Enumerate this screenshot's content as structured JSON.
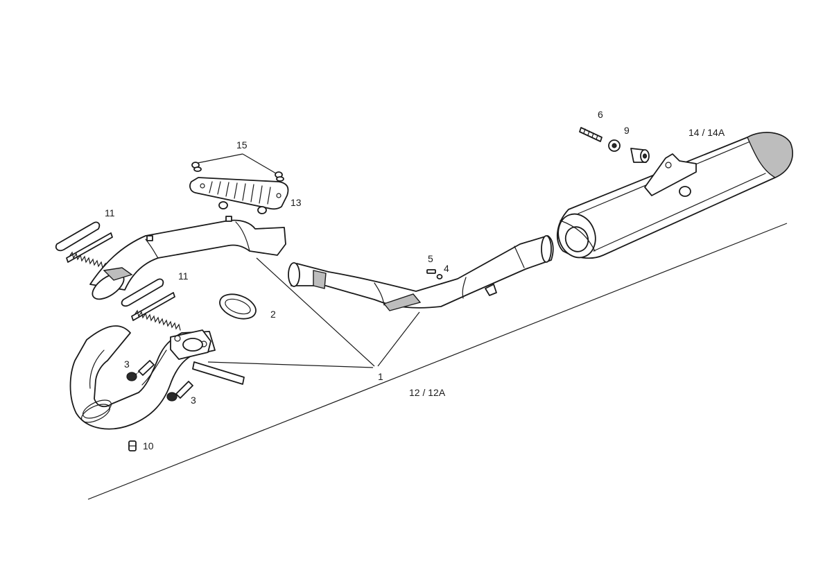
{
  "callouts": {
    "c1": "1",
    "c2": "2",
    "c3a": "3",
    "c3b": "3",
    "c4": "4",
    "c5": "5",
    "c6": "6",
    "c9": "9",
    "c10": "10",
    "c11a": "11",
    "c11b": "11",
    "c12": "12 / 12A",
    "c13": "13",
    "c14": "14 / 14A",
    "c15": "15"
  }
}
